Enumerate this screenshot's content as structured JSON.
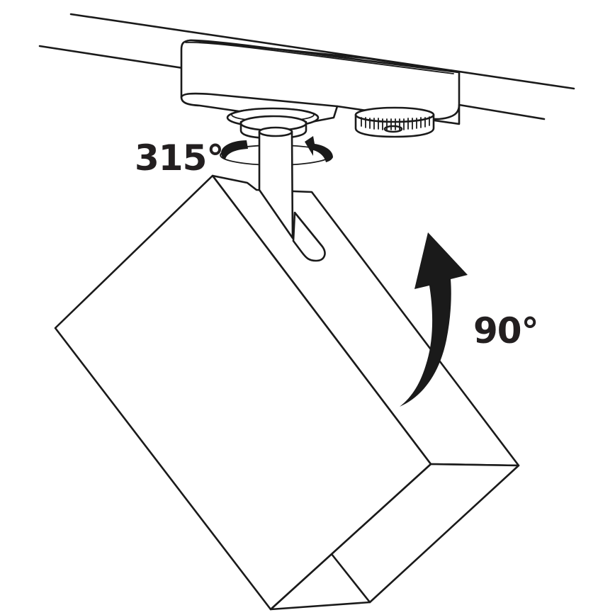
{
  "diagram": {
    "subject": "Track spotlight adjustment diagram",
    "colors": {
      "line": "#1a1a1a",
      "text": "#231f20",
      "background": "#ffffff"
    },
    "components": [
      {
        "name": "track-rail",
        "description": "Ceiling track rail"
      },
      {
        "name": "track-adapter-housing",
        "description": "Adapter housing mounted on track"
      },
      {
        "name": "locking-knob",
        "description": "Knurled locking knob"
      },
      {
        "name": "swivel-collar",
        "description": "Rotating swivel collar"
      },
      {
        "name": "stem",
        "description": "Mounting stem"
      },
      {
        "name": "lamp-body",
        "description": "Rectangular spotlight housing with slot"
      }
    ],
    "annotations": {
      "rotation": {
        "label": "315°",
        "meaning": "Horizontal rotation around the stem",
        "icon": "rotate-arrows-icon"
      },
      "tilt": {
        "label": "90°",
        "meaning": "Vertical tilt of the lamp body",
        "icon": "curved-arrow-up-icon"
      }
    }
  }
}
